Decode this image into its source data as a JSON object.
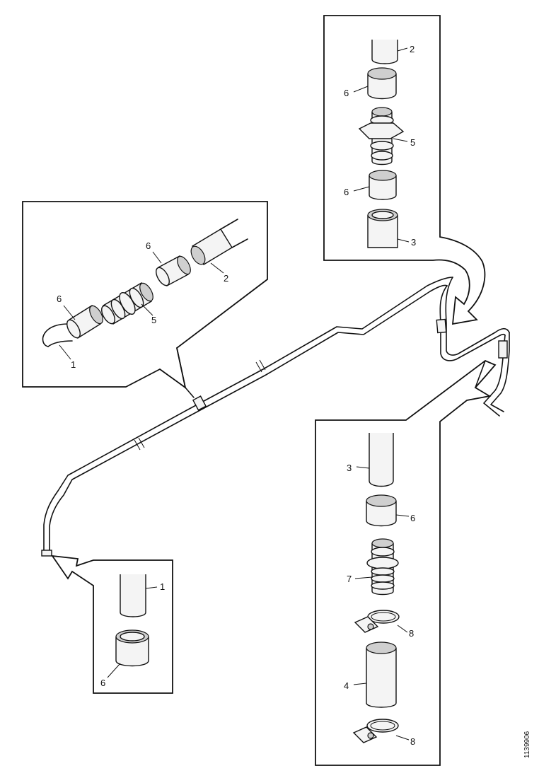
{
  "diagram": {
    "drawing_number": "1139906",
    "callouts": {
      "middle_left": {
        "hose_a": "1",
        "clamp_a": "6",
        "connector": "5",
        "clamp_b": "6",
        "hose_b": "2"
      },
      "top_right": {
        "hose_top": "2",
        "clamp_top": "6",
        "connector": "5",
        "clamp_bottom": "6",
        "hose_bottom": "3"
      },
      "lower_right": {
        "hose_top": "3",
        "sleeve": "6",
        "connector": "7",
        "clamp_top": "8",
        "hose_section": "4",
        "clamp_bottom": "8"
      },
      "bottom_left": {
        "hose": "1",
        "sleeve": "6"
      }
    }
  }
}
